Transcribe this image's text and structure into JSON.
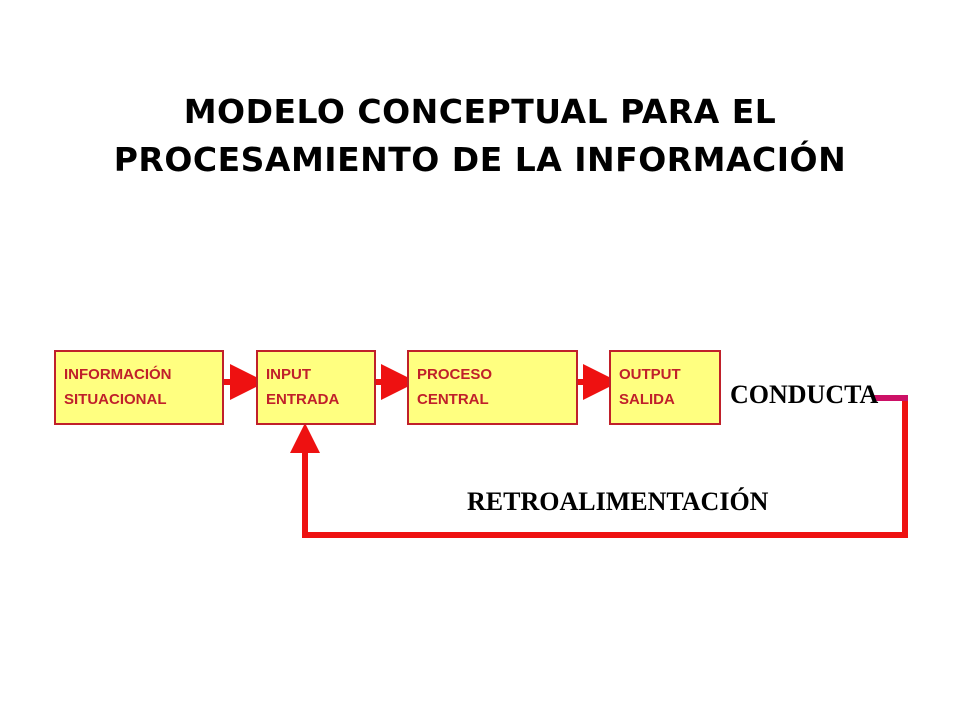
{
  "title": {
    "line1": "MODELO CONCEPTUAL PARA EL",
    "line2": "PROCESAMIENTO  DE LA INFORMACIÓN"
  },
  "boxes": [
    {
      "line1": "INFORMACIÓN",
      "line2": "SITUACIONAL"
    },
    {
      "line1": "INPUT",
      "line2": "ENTRADA"
    },
    {
      "line1": "PROCESO",
      "line2": "CENTRAL"
    },
    {
      "line1": "OUTPUT",
      "line2": "SALIDA"
    }
  ],
  "labels": {
    "output": "CONDUCTA",
    "feedback": "RETROALIMENTACIÓN"
  },
  "colors": {
    "box_fill": "#ffff80",
    "box_border": "#c0202a",
    "box_text": "#c0202a",
    "arrow": "#ee1111",
    "feedback_line": "#ee1111",
    "output_tick": "#cc1166"
  }
}
